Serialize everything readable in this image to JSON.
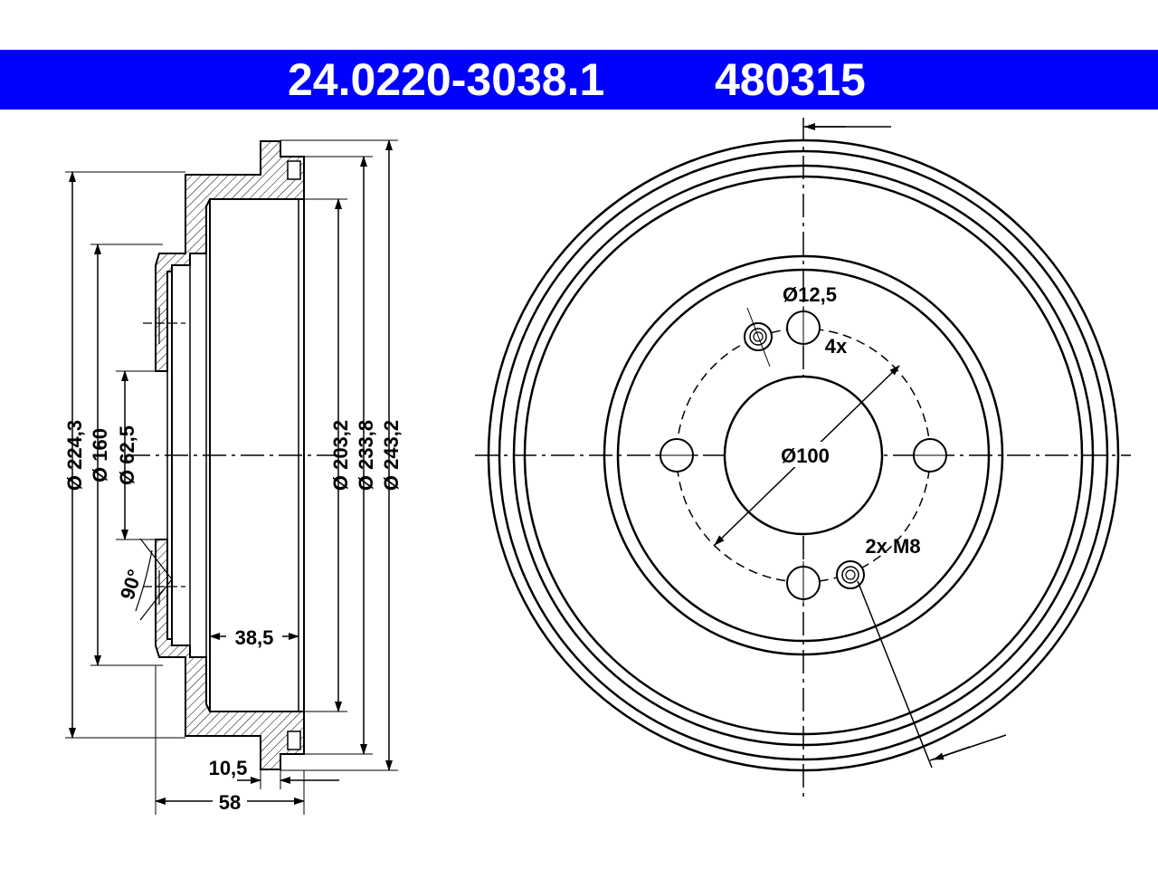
{
  "header": {
    "part_number": "24.0220-3038.1",
    "reference": "480315",
    "background_color": "#0000ff",
    "text_color": "#ffffff"
  },
  "side_view": {
    "dims": {
      "d224": "Ø 224,3",
      "d160": "Ø 160",
      "d62": "Ø 62,5",
      "angle": "90°",
      "d203": "Ø 203,2",
      "d233": "Ø 233,8",
      "d243": "Ø 243,2",
      "w38": "38,5",
      "w10": "10,5",
      "w58": "58"
    }
  },
  "front_view": {
    "dims": {
      "bolt_hole": "Ø12,5",
      "count": "4x",
      "pcd": "Ø100",
      "thread": "2x M8"
    }
  }
}
